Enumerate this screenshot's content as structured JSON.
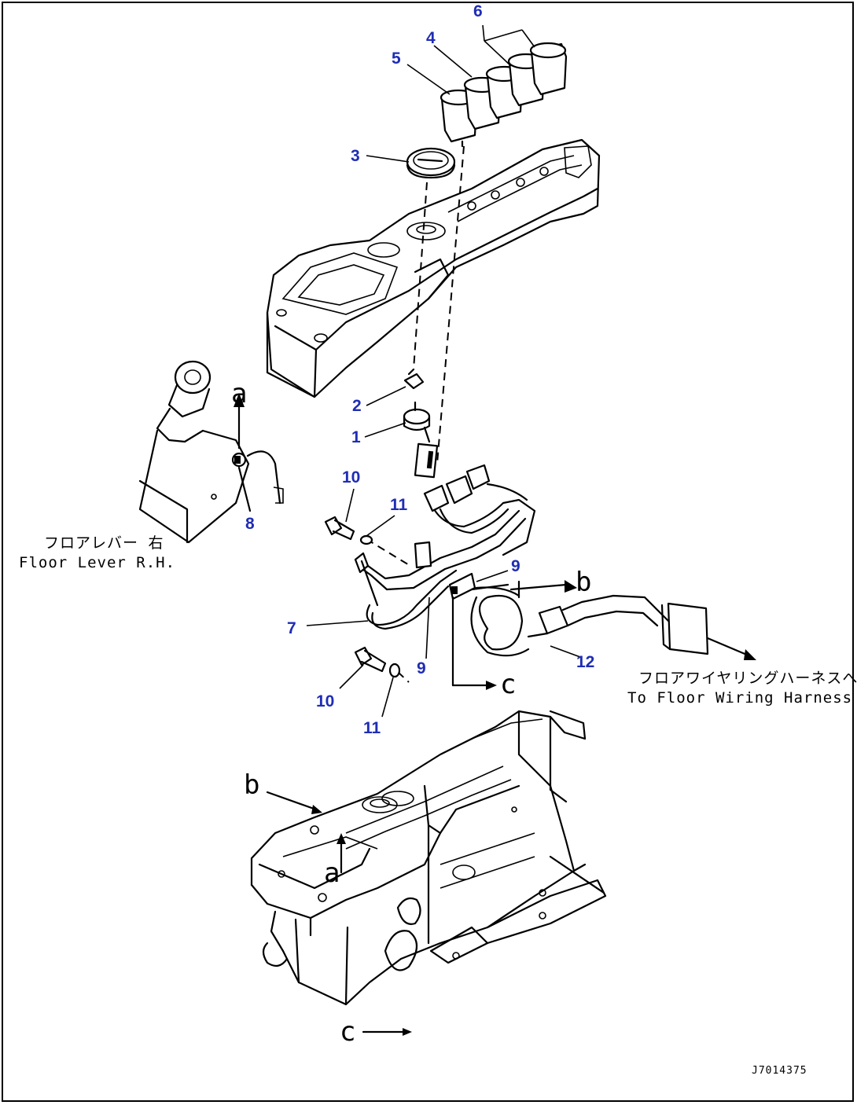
{
  "diagram": {
    "callouts": {
      "c1": "1",
      "c2": "2",
      "c3": "3",
      "c4": "4",
      "c5": "5",
      "c6": "6",
      "c7": "7",
      "c8": "8",
      "c9a": "9",
      "c9b": "9",
      "c10a": "10",
      "c10b": "10",
      "c11a": "11",
      "c11b": "11",
      "c12": "12"
    },
    "view_letters": {
      "a_top": "a",
      "a_bottom": "a",
      "b_right": "b",
      "b_bottom": "b",
      "c_mid": "c",
      "c_bottom": "c"
    },
    "notes": {
      "floor_lever_jp": "フロアレバー 右",
      "floor_lever_en": "Floor Lever R.H.",
      "floor_harness_jp": "フロアワイヤリングハーネスへ",
      "floor_harness_en": "To Floor Wiring Harness"
    },
    "drawing_code": "J7014375"
  }
}
